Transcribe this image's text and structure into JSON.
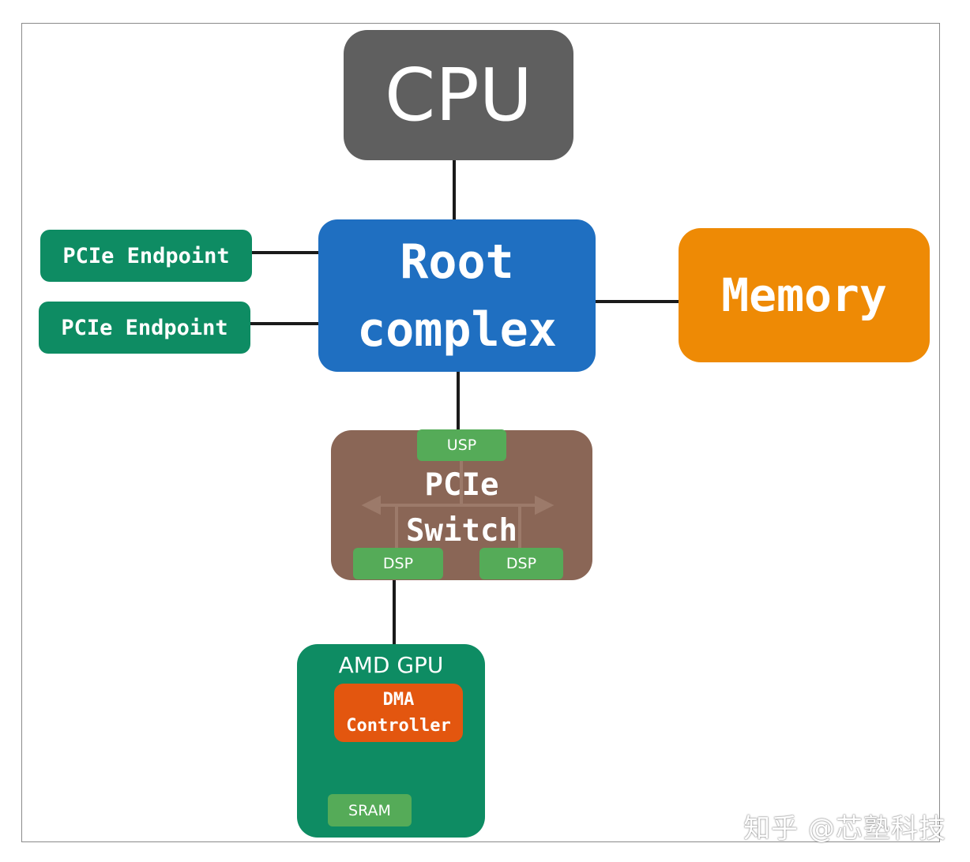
{
  "nodes": {
    "cpu": "CPU",
    "root_line1": "Root",
    "root_line2": "complex",
    "memory": "Memory",
    "endpoint_1": "PCIe Endpoint",
    "endpoint_2": "PCIe Endpoint",
    "switch_line1": "PCIe",
    "switch_line2": "Switch",
    "usp": "USP",
    "dsp_1": "DSP",
    "dsp_2": "DSP",
    "gpu_title": "AMD GPU",
    "dma_line1": "DMA",
    "dma_line2": "Controller",
    "sram": "SRAM"
  },
  "watermark": "知乎 @芯塾科技",
  "colors": {
    "cpu": "#5f5f5f",
    "root_complex": "#1f6fc1",
    "memory": "#ee8a05",
    "endpoint": "#0e8c63",
    "switch": "#8a6656",
    "port": "#55ab58",
    "gpu": "#0e8c63",
    "dma": "#e3560f",
    "bus_arrow": "#9c7a6a"
  }
}
